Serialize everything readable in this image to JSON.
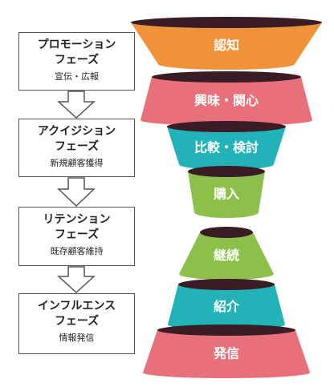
{
  "phases": [
    {
      "title_line1": "プロモーション",
      "title_line2": "フェーズ",
      "desc": "宣伝・広報"
    },
    {
      "title_line1": "アクイジション",
      "title_line2": "フェーズ",
      "desc": "新規顧客獲得"
    },
    {
      "title_line1": "リテンション",
      "title_line2": "フェーズ",
      "desc": "既存顧客維持"
    },
    {
      "title_line1": "インフルエンス",
      "title_line2": "フェーズ",
      "desc": "情報発信"
    }
  ],
  "funnel": [
    {
      "label": "認知",
      "color": "#F0923A"
    },
    {
      "label": "興味・関心",
      "color": "#E8707A"
    },
    {
      "label": "比較・検討",
      "color": "#21B3B7"
    },
    {
      "label": "購入",
      "color": "#8DC04A"
    },
    {
      "label": "継続",
      "color": "#8DC04A"
    },
    {
      "label": "紹介",
      "color": "#21B3B7"
    },
    {
      "label": "発信",
      "color": "#E8707A"
    }
  ],
  "colors": {
    "rim": "#3A1C24",
    "box_border": "#555555"
  }
}
